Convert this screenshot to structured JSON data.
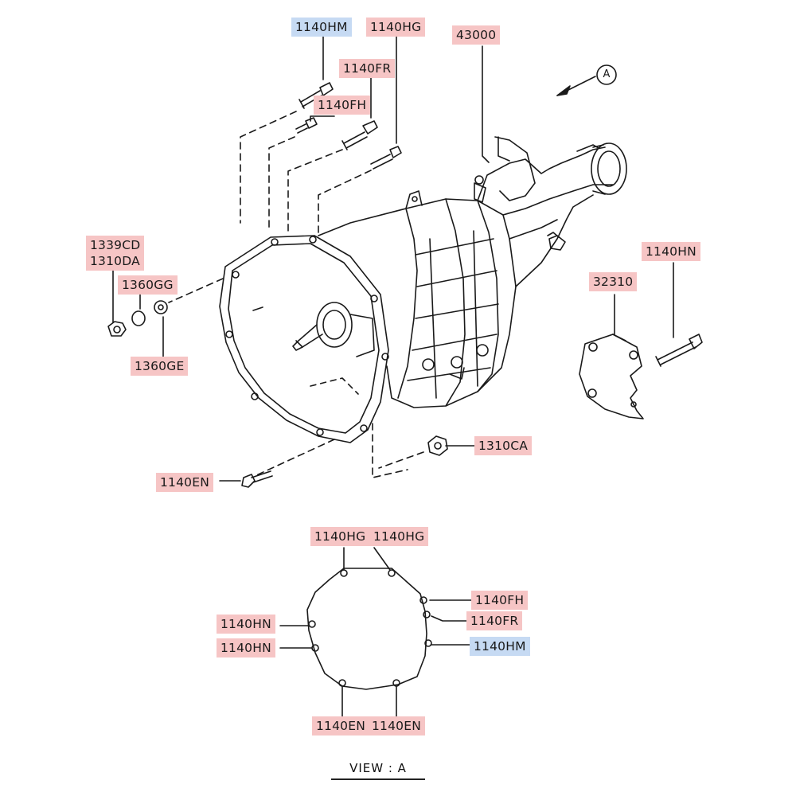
{
  "labels": {
    "top_1140hm": "1140HM",
    "top_1140hg": "1140HG",
    "top_43000": "43000",
    "top_1140fr": "1140FR",
    "top_1140fh": "1140FH",
    "side_1339cd": "1339CD",
    "side_1310da": "1310DA",
    "side_1360gg": "1360GG",
    "side_1360ge": "1360GE",
    "right_1140hn": "1140HN",
    "right_32310": "32310",
    "bottom_1310ca": "1310CA",
    "bottom_1140en": "1140EN"
  },
  "view_a": {
    "marker": "A",
    "caption": "VIEW : A",
    "labels": {
      "hg_left": "1140HG",
      "hg_right": "1140HG",
      "fh": "1140FH",
      "fr": "1140FR",
      "hm": "1140HM",
      "hn_upper": "1140HN",
      "hn_lower": "1140HN",
      "en_left": "1140EN",
      "en_right": "1140EN"
    }
  },
  "colors": {
    "label_highlight": "#f6c5c5",
    "label_highlight_alt": "#c6daf3",
    "line": "#1a1a1a"
  }
}
